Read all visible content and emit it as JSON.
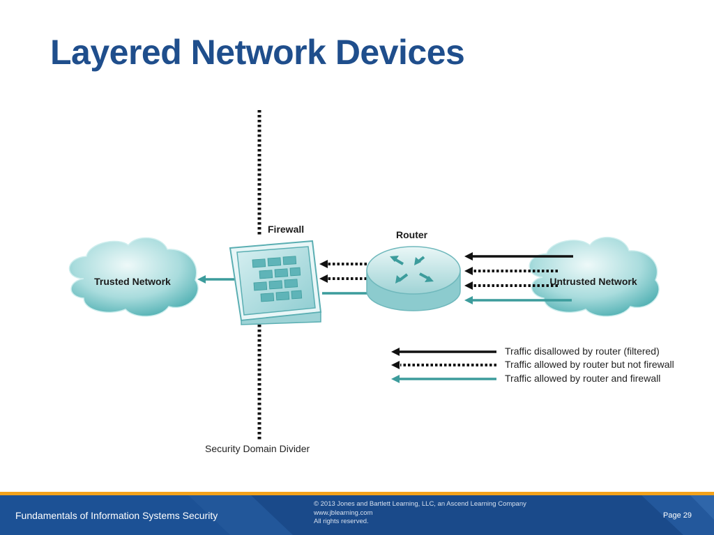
{
  "slide": {
    "title": "Layered Network Devices"
  },
  "diagram": {
    "trusted_network_label": "Trusted Network",
    "untrusted_network_label": "Untrusted Network",
    "firewall_label": "Firewall",
    "router_label": "Router",
    "divider_label": "Security Domain Divider",
    "legend": [
      {
        "label": "Traffic disallowed by router (filtered)",
        "style": "solid-black"
      },
      {
        "label": "Traffic allowed by router but not firewall",
        "style": "dotted-black"
      },
      {
        "label": "Traffic allowed by router and firewall",
        "style": "solid-teal"
      }
    ],
    "colors": {
      "teal": "#3c9c9c",
      "cloud_light": "#d9f1f1",
      "cloud_dark": "#45aeb0",
      "firewall_fill": "#bfe3e6",
      "brick": "#5fb4b8"
    }
  },
  "footer": {
    "course_title": "Fundamentals of Information Systems Security",
    "copyright_line1": "© 2013 Jones and Bartlett Learning, LLC, an Ascend Learning Company",
    "copyright_line2": "www.jblearning.com",
    "copyright_line3": "All rights reserved.",
    "page_label": "Page 29"
  }
}
